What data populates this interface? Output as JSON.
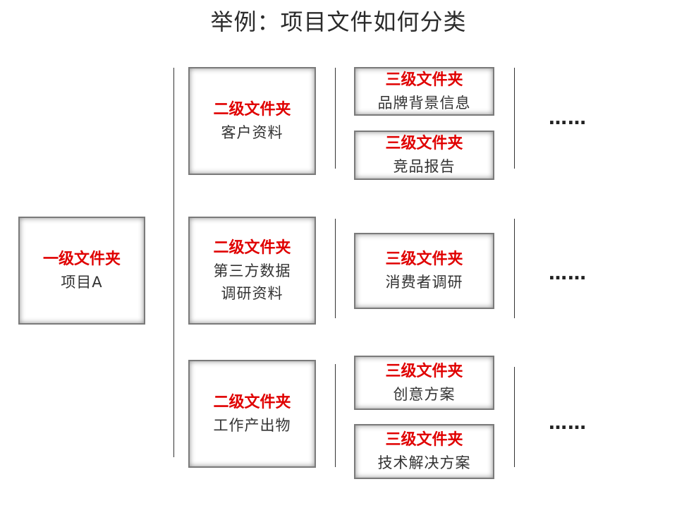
{
  "title": "举例：项目文件如何分类",
  "level1": {
    "label": "一级文件夹",
    "name": "项目A"
  },
  "level2": [
    {
      "label": "二级文件夹",
      "lines": [
        "客户资料"
      ]
    },
    {
      "label": "二级文件夹",
      "lines": [
        "第三方数据",
        "调研资料"
      ]
    },
    {
      "label": "二级文件夹",
      "lines": [
        "工作产出物"
      ]
    }
  ],
  "level3": [
    {
      "label": "三级文件夹",
      "name": "品牌背景信息"
    },
    {
      "label": "三级文件夹",
      "name": "竞品报告"
    },
    {
      "label": "三级文件夹",
      "name": "消费者调研"
    },
    {
      "label": "三级文件夹",
      "name": "创意方案"
    },
    {
      "label": "三级文件夹",
      "name": "技术解决方案"
    }
  ],
  "more": "……",
  "colors": {
    "label": "#e00000",
    "text": "#333333",
    "border": "#7a7a7a"
  }
}
